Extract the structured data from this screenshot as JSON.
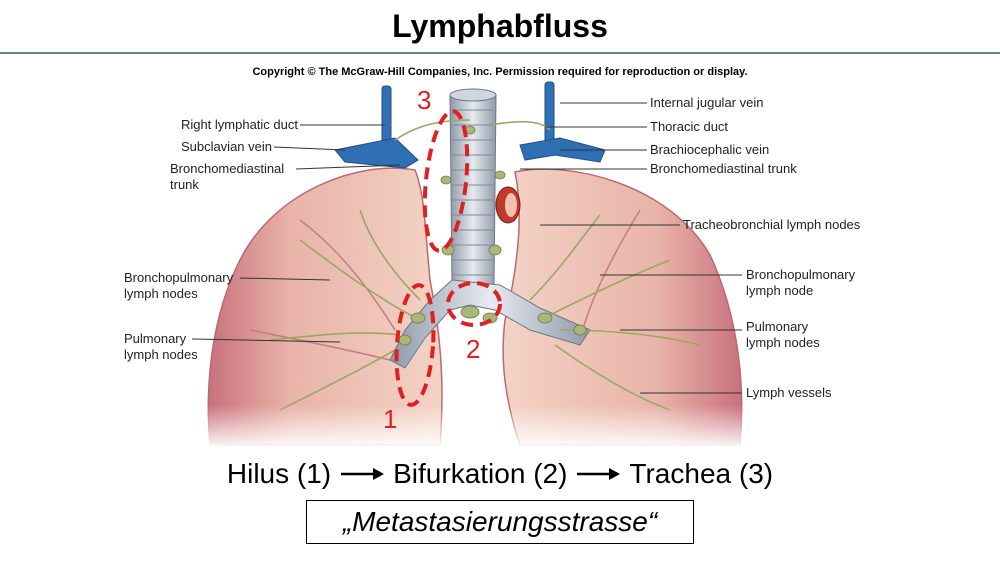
{
  "slide": {
    "title": "Lymphabfluss",
    "copyright": "Copyright © The McGraw-Hill Companies, Inc. Permission required for reproduction or display."
  },
  "figure": {
    "left_labels": {
      "right_lymphatic_duct": "Right lymphatic duct",
      "subclavian_vein": "Subclavian vein",
      "bronchomediastinal_trunk_line1": "Bronchomediastinal",
      "bronchomediastinal_trunk_line2": "trunk",
      "bronchopulmonary_line1": "Bronchopulmonary",
      "bronchopulmonary_line2": "lymph nodes",
      "pulmonary_line1": "Pulmonary",
      "pulmonary_line2": "lymph nodes"
    },
    "right_labels": {
      "internal_jugular_vein": "Internal jugular vein",
      "thoracic_duct": "Thoracic duct",
      "brachiocephalic_vein": "Brachiocephalic vein",
      "bronchomediastinal_trunk": "Bronchomediastinal trunk",
      "tracheobronchial": "Tracheobronchial lymph nodes",
      "bronchopulmonary_line1": "Bronchopulmonary",
      "bronchopulmonary_line2": "lymph node",
      "pulmonary_line1": "Pulmonary",
      "pulmonary_line2": "lymph nodes",
      "lymph_vessels": "Lymph vessels"
    },
    "markers": {
      "hilus": "1",
      "bifurcation": "2",
      "trachea": "3"
    },
    "colors": {
      "marker": "#e02020",
      "lung": "#e9b3a8",
      "vein": "#2f6fb3",
      "node": "#a9b77a"
    }
  },
  "flow": {
    "step1": "Hilus (1)",
    "step2": "Bifurkation (2)",
    "step3": "Trachea (3)"
  },
  "caption": "„Metastasierungsstrasse“"
}
